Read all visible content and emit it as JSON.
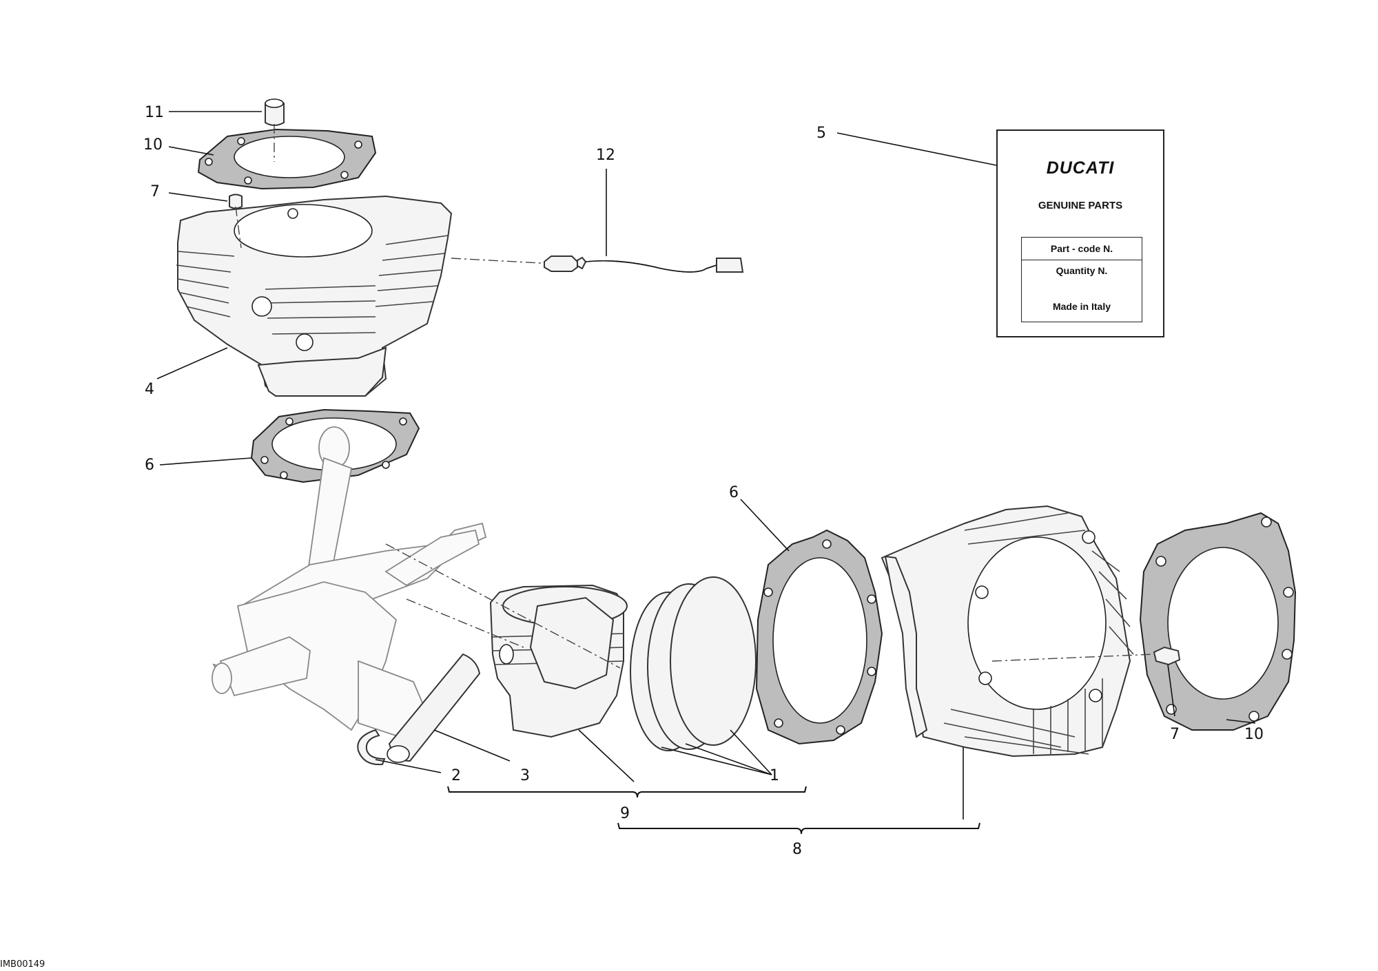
{
  "callouts": {
    "c11": "11",
    "c10a": "10",
    "c7a": "7",
    "c4": "4",
    "c6a": "6",
    "c12": "12",
    "c5": "5",
    "c6b": "6",
    "c7b": "7",
    "c10b": "10",
    "c1": "1",
    "c2": "2",
    "c3": "3",
    "c9": "9",
    "c8": "8"
  },
  "label_card": {
    "brand": "DUCATI",
    "subtitle": "GENUINE PARTS",
    "part_code": "Part - code N.",
    "quantity": "Quantity N.",
    "made_in": "Made in Italy"
  },
  "image_id": "IMB00149",
  "colors": {
    "line": "#111111",
    "gasket": "#bdbdbd",
    "paper": "#ffffff"
  }
}
